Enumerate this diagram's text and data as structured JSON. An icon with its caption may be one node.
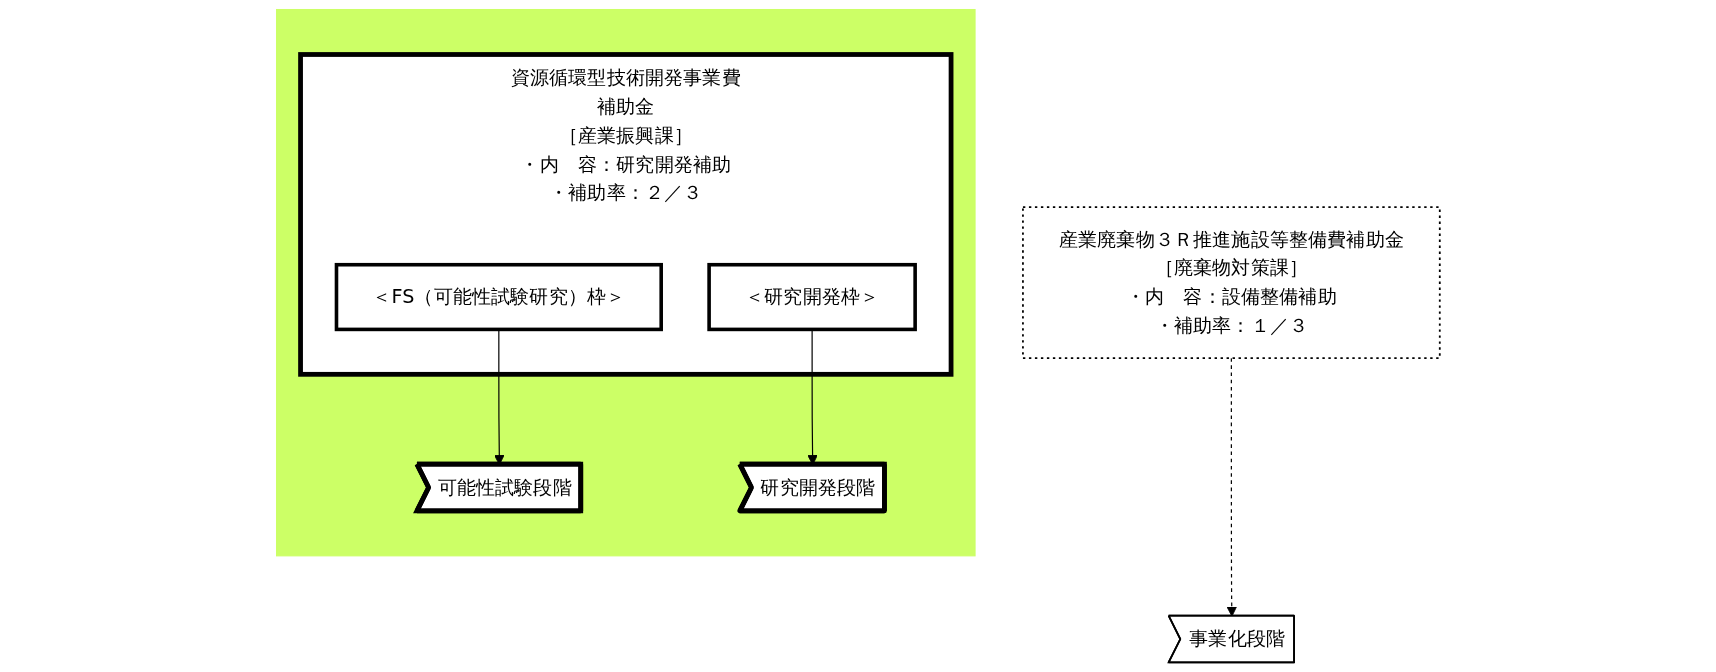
{
  "diagram": {
    "nodes": [
      {
        "text": [],
        "shape": "box"
      },
      {
        "text": [
          "資源循環型技術開発事業費補助金",
          "［産業振興課］",
          "・内　容：研究開発補助",
          "・補助率：２／３"
        ],
        "in": 0
      },
      {
        "text": [
          "＜FS（可能性試験研究）枠＞"
        ],
        "in": 1
      },
      {
        "text": [
          "＜研究開発枠＞"
        ],
        "in": 1
      },
      {
        "text": [
          "産業廃棄物３Ｒ推進施設等整備費補助金",
          "［廃棄物対策課］",
          "・内　容：設備整備補助",
          "・補助率：１／３"
        ]
      },
      {
        "text": [
          "可能性試験段階"
        ],
        "in": 0
      },
      {
        "text": [
          "研究開発段階"
        ],
        "in": 0
      },
      {
        "text": [
          "事業化段階"
        ]
      }
    ],
    "edges": [
      {
        "from": 2,
        "to": 5,
        "arrow": "to"
      },
      {
        "from": 3,
        "to": 6,
        "arrow": "to"
      },
      {
        "from": 4,
        "to": 7,
        "arrow": "to",
        "style": "dashed"
      }
    ]
  }
}
